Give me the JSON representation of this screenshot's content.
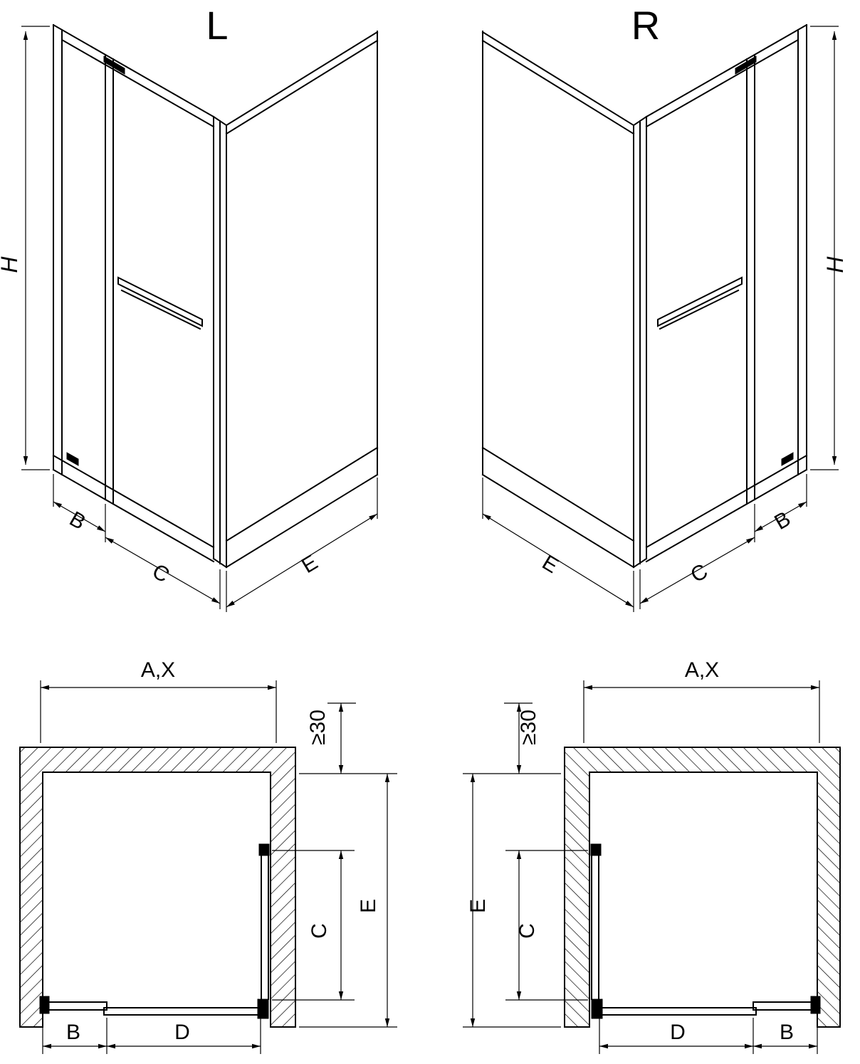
{
  "page": {
    "background": "#ffffff",
    "line_color": "#000000"
  },
  "views": {
    "iso_left": {
      "title": "L",
      "dim_h": "H",
      "dim_b": "B",
      "dim_c": "C",
      "dim_e": "E"
    },
    "iso_right": {
      "title": "R",
      "dim_h": "H",
      "dim_b": "B",
      "dim_c": "C",
      "dim_e": "E"
    },
    "plan_left": {
      "dim_ax": "A,X",
      "dim_min": "≥30",
      "dim_e": "E",
      "dim_c": "C",
      "dim_b": "B",
      "dim_d": "D"
    },
    "plan_right": {
      "dim_ax": "A,X",
      "dim_min": "≥30",
      "dim_e": "E",
      "dim_c": "C",
      "dim_b": "B",
      "dim_d": "D"
    }
  }
}
